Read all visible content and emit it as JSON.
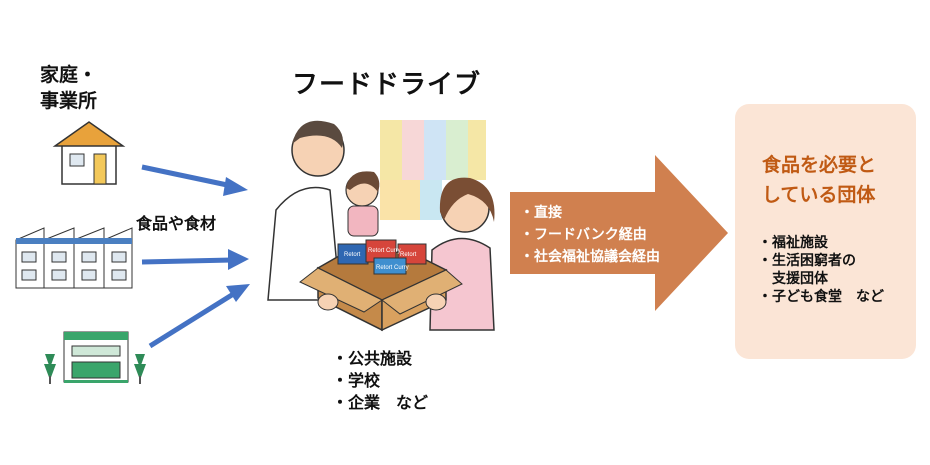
{
  "title": "フードドライブ",
  "sources": {
    "label_line1": "家庭・",
    "label_line2": "事業所"
  },
  "food_label": "食品や食材",
  "places": [
    "・公共施設",
    "・学校",
    "・企業　など"
  ],
  "routes": [
    "・直接",
    "・フードバンク経由",
    "・社会福祉協議会経由"
  ],
  "recipients": {
    "title_line1": "食品を必要と",
    "title_line2": "している団体",
    "items": [
      "・福祉施設",
      "・生活困窮者の",
      "　支援団体",
      "・子ども食堂　など"
    ]
  },
  "box_labels": [
    "Retort",
    "Retort Curry",
    "Retort Curry",
    "Retort"
  ],
  "colors": {
    "arrow_blue": "#4472c4",
    "route_arrow": "#d0804f",
    "recipient_box": "#fbe5d6",
    "recipient_title": "#c05a14"
  }
}
